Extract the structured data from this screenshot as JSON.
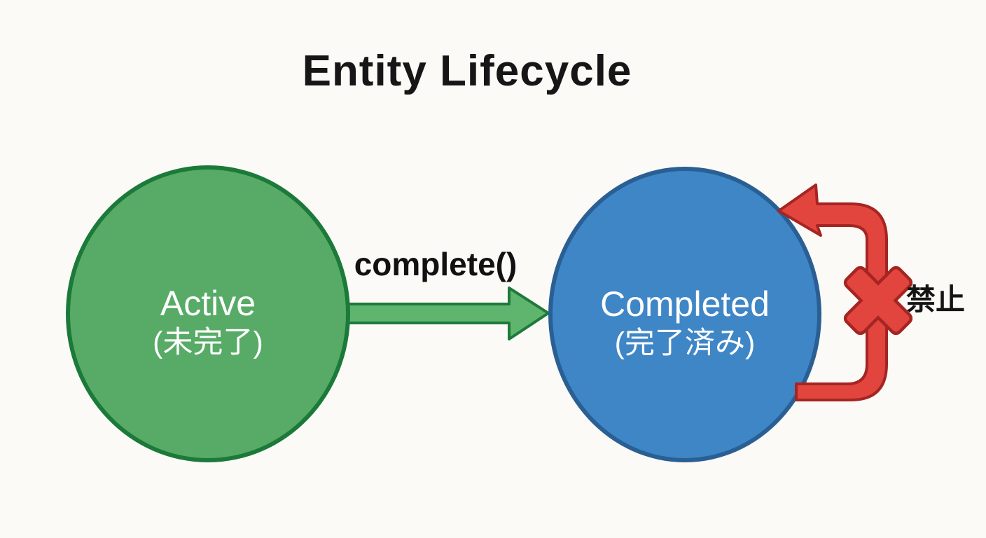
{
  "title": "Entity Lifecycle",
  "background_color": "#fbfaf7",
  "nodes": [
    {
      "id": "active",
      "label": "Active",
      "sublabel": "(未完了)",
      "fill": "#58ab67",
      "border": "#1b7a39",
      "text_color": "#ffffff"
    },
    {
      "id": "completed",
      "label": "Completed",
      "sublabel": "(完了済み)",
      "fill": "#3f86c7",
      "border": "#2a5f94",
      "text_color": "#ffffff"
    }
  ],
  "transition": {
    "label": "complete()",
    "fill": "#5fb46e",
    "outline": "#1d7a3a"
  },
  "forbidden": {
    "label": "禁止",
    "fill": "#e2453e",
    "outline": "#a52522"
  }
}
